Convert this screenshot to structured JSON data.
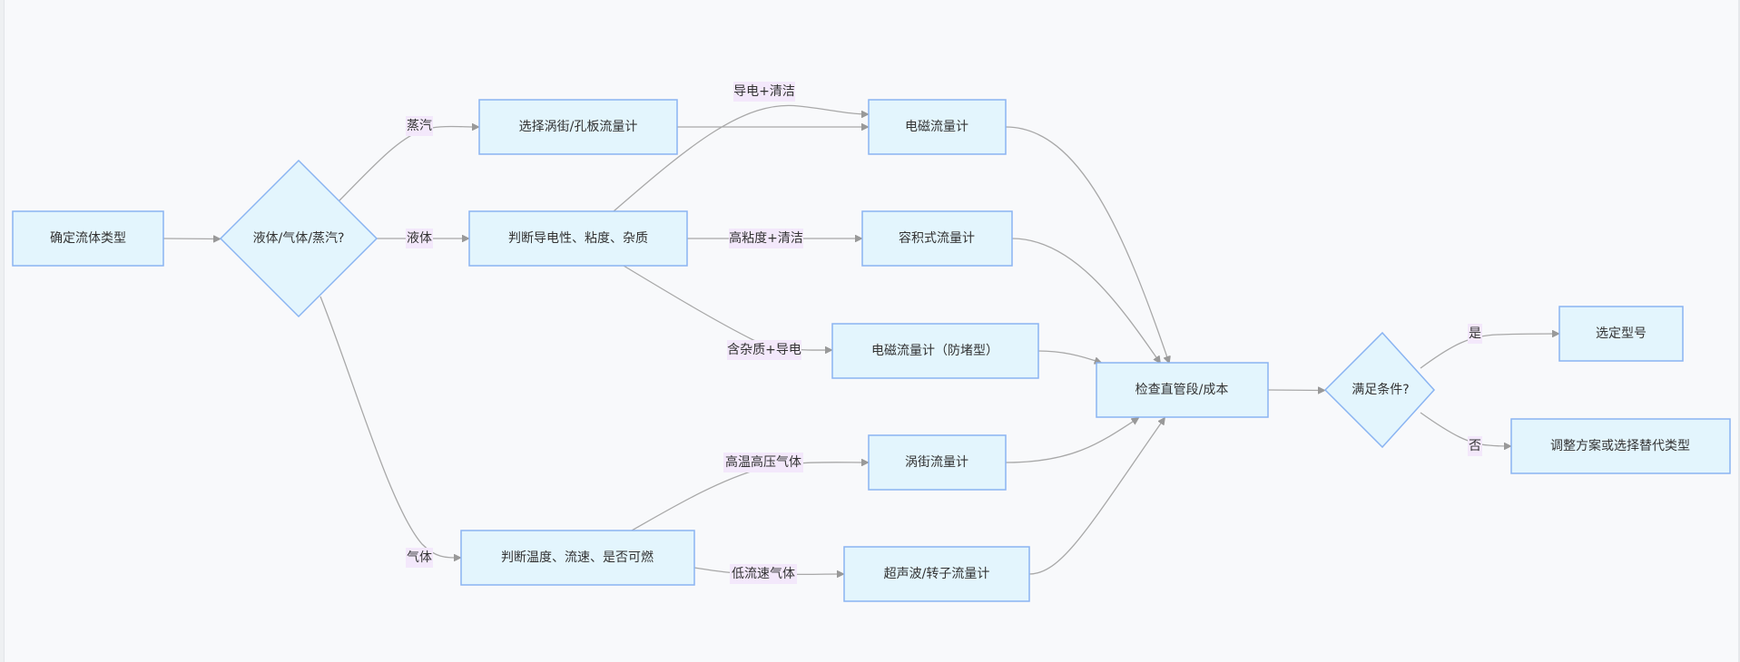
{
  "diagram": {
    "type": "flowchart",
    "colors": {
      "node_fill": "#e3f5fd",
      "node_stroke": "#8ab4f2",
      "edge": "#a8a8a8",
      "label_bg": "#f3e8fb",
      "background": "#f8f9fb"
    },
    "nodes": {
      "A": {
        "label": "确定流体类型",
        "shape": "rect"
      },
      "B": {
        "label": "液体/气体/蒸汽?",
        "shape": "diamond"
      },
      "C": {
        "label": "选择涡街/孔板流量计",
        "shape": "rect"
      },
      "D": {
        "label": "判断导电性、粘度、杂质",
        "shape": "rect"
      },
      "E": {
        "label": "电磁流量计",
        "shape": "rect"
      },
      "F": {
        "label": "容积式流量计",
        "shape": "rect"
      },
      "G": {
        "label": "电磁流量计（防堵型）",
        "shape": "rect"
      },
      "H": {
        "label": "检查直管段/成本",
        "shape": "rect"
      },
      "I": {
        "label": "涡街流量计",
        "shape": "rect"
      },
      "J": {
        "label": "判断温度、流速、是否可燃",
        "shape": "rect"
      },
      "K": {
        "label": "超声波/转子流量计",
        "shape": "rect"
      },
      "L": {
        "label": "满足条件?",
        "shape": "diamond"
      },
      "M": {
        "label": "选定型号",
        "shape": "rect"
      },
      "N": {
        "label": "调整方案或选择替代类型",
        "shape": "rect"
      }
    },
    "edges": [
      {
        "from": "A",
        "to": "B",
        "label": ""
      },
      {
        "from": "B",
        "to": "C",
        "label": "蒸汽"
      },
      {
        "from": "B",
        "to": "D",
        "label": "液体"
      },
      {
        "from": "B",
        "to": "J",
        "label": "气体"
      },
      {
        "from": "C",
        "to": "E",
        "label": ""
      },
      {
        "from": "D",
        "to": "E",
        "label": "导电+清洁"
      },
      {
        "from": "D",
        "to": "F",
        "label": "高粘度+清洁"
      },
      {
        "from": "D",
        "to": "G",
        "label": "含杂质+导电"
      },
      {
        "from": "J",
        "to": "I",
        "label": "高温高压气体"
      },
      {
        "from": "J",
        "to": "K",
        "label": "低流速气体"
      },
      {
        "from": "E",
        "to": "H",
        "label": ""
      },
      {
        "from": "F",
        "to": "H",
        "label": ""
      },
      {
        "from": "G",
        "to": "H",
        "label": ""
      },
      {
        "from": "I",
        "to": "H",
        "label": ""
      },
      {
        "from": "K",
        "to": "H",
        "label": ""
      },
      {
        "from": "H",
        "to": "L",
        "label": ""
      },
      {
        "from": "L",
        "to": "M",
        "label": "是"
      },
      {
        "from": "L",
        "to": "N",
        "label": "否"
      }
    ]
  }
}
